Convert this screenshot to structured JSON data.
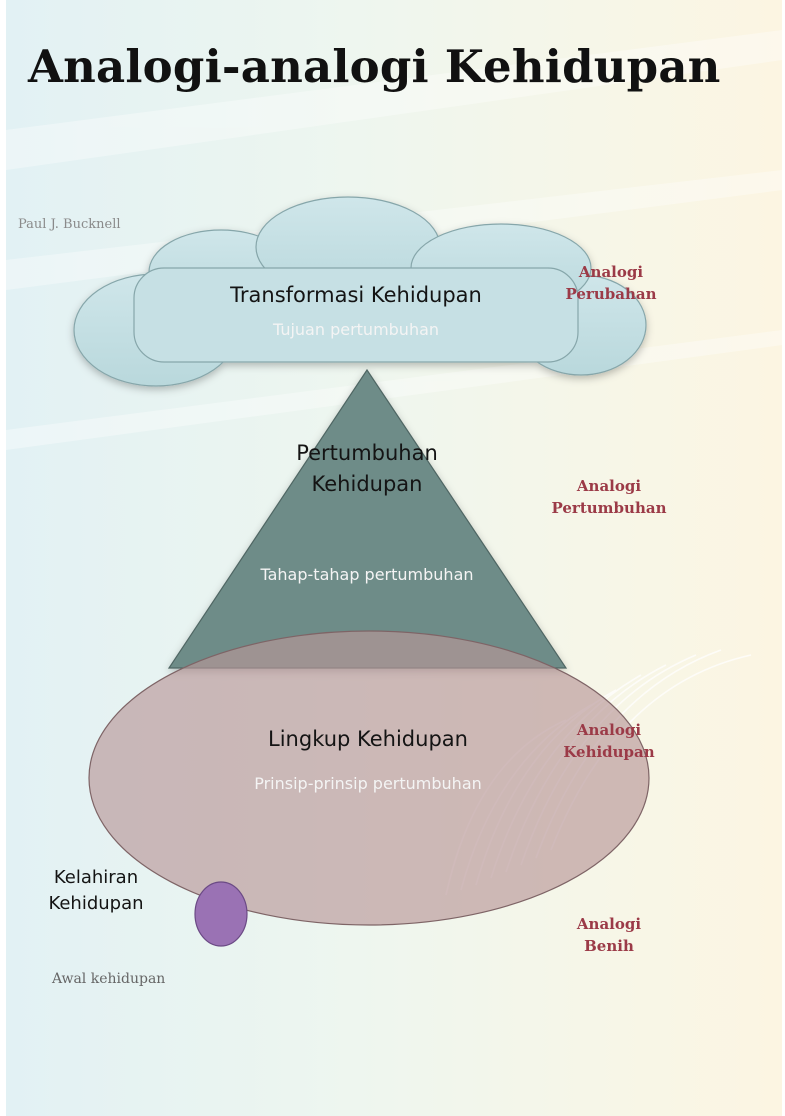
{
  "title": "Analogi-analogi Kehidupan",
  "author": "Paul J. Bucknell",
  "cloud": {
    "title": "Transformasi Kehidupan",
    "subtitle": "Tujuan pertumbuhan",
    "analogy": "Analogi\nPerubahan"
  },
  "pyramid": {
    "title": "Pertumbuhan\nKehidupan",
    "subtitle": "Tahap-tahap pertumbuhan",
    "analogy": "Analogi\nPertumbuhan"
  },
  "oval": {
    "title": "Lingkup Kehidupan",
    "subtitle": "Prinsip-prinsip pertumbuhan",
    "analogy": "Analogi\nKehidupan"
  },
  "seed": {
    "title": "Kelahiran\nKehidupan",
    "subtitle": "Awal kehidupan",
    "analogy": "Analogi\nBenih"
  },
  "colors": {
    "cloud_fill": "#c2dde1",
    "pyramid_fill": "#6e8c88",
    "oval_fill": "#c5abad",
    "seed_fill": "#9a72b4",
    "analogy_text": "#9b3a47"
  }
}
